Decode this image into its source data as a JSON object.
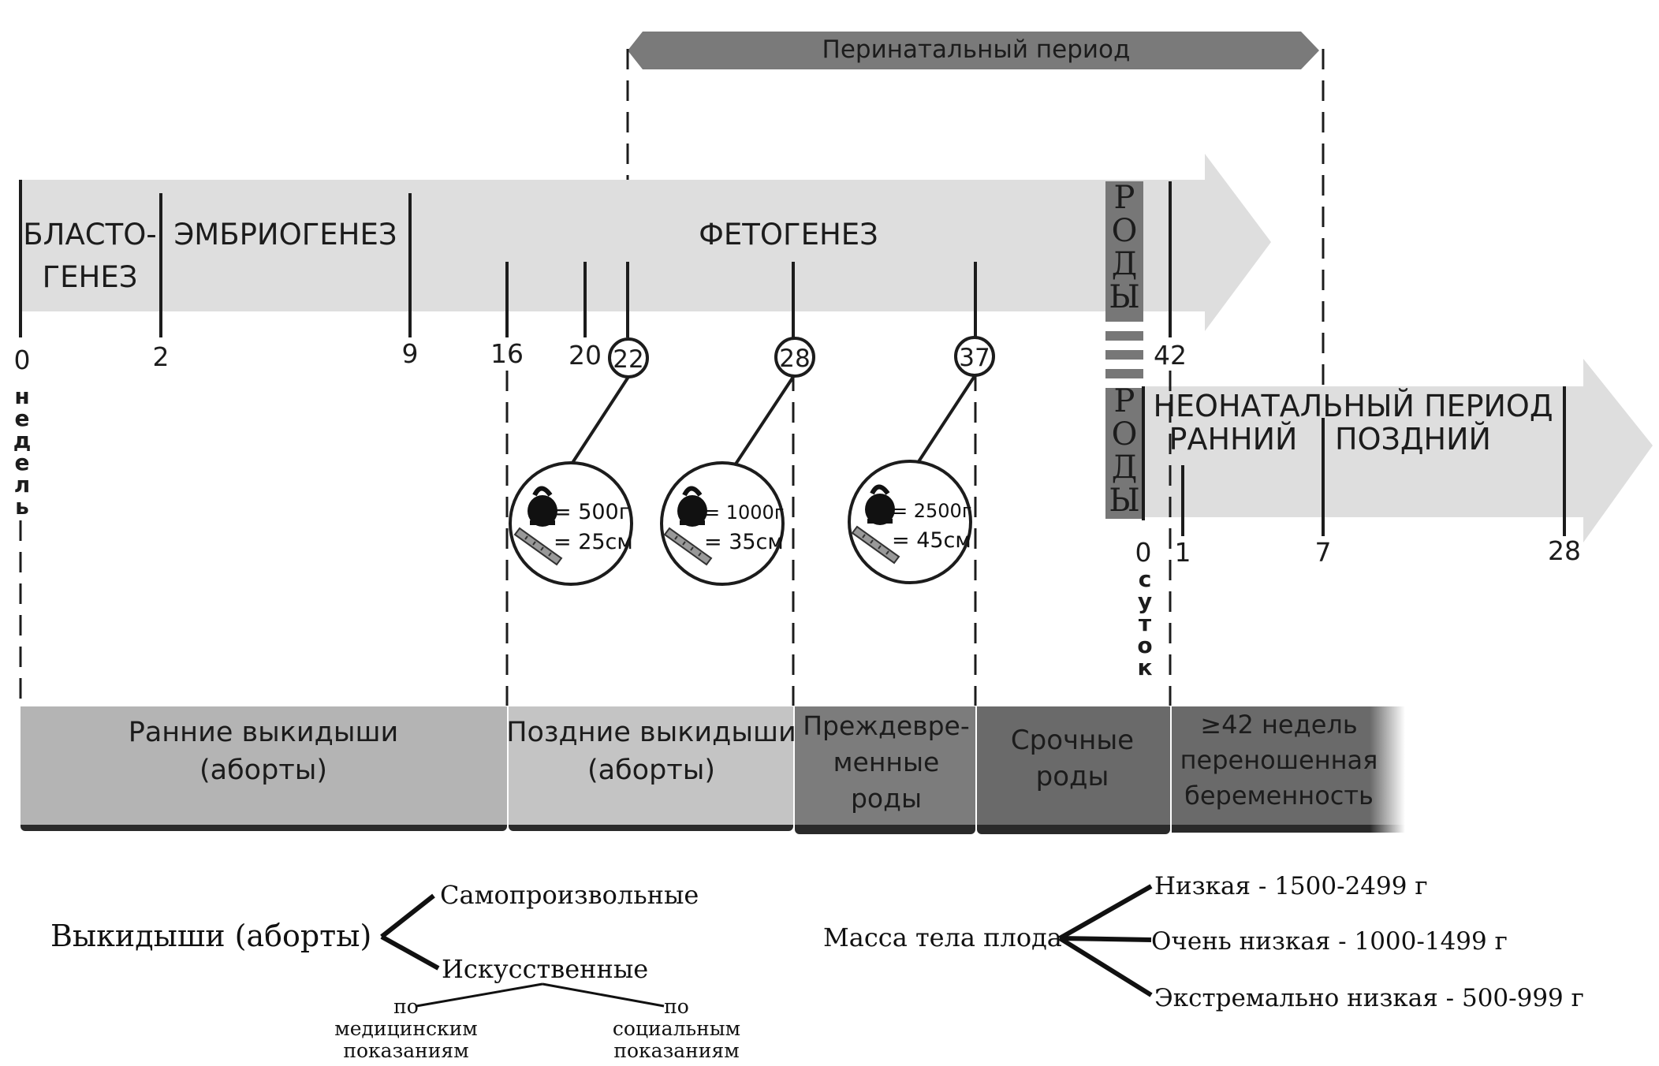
{
  "perinatal_label": "Перинатальный период",
  "phases": {
    "blastogenesis_line1": "БЛАСТО-",
    "blastogenesis_line2": "ГЕНЕЗ",
    "embryogenesis": "ЭМБРИОГЕНЕЗ",
    "fetogenesis": "ФЕТОГЕНЕЗ"
  },
  "week_ticks": [
    "0",
    "2",
    "9",
    "16",
    "20",
    "22",
    "28",
    "37",
    "42"
  ],
  "weeks_unit_vertical": [
    "н",
    "е",
    "д",
    "е",
    "л",
    "ь"
  ],
  "birth_vertical": [
    "Р",
    "О",
    "Д",
    "Ы"
  ],
  "days_unit_vertical": [
    "с",
    "у",
    "т",
    "о",
    "к"
  ],
  "neonatal": {
    "title": "НЕОНАТАЛЬНЫЙ ПЕРИОД",
    "early": "РАННИЙ",
    "late": "ПОЗДНИЙ",
    "day_ticks": [
      "0",
      "1",
      "7",
      "28"
    ]
  },
  "fetal_markers": [
    {
      "week": "22",
      "weight": "= 500г",
      "length": "= 25см"
    },
    {
      "week": "28",
      "weight": "= 1000г",
      "length": "= 35см"
    },
    {
      "week": "37",
      "weight": "= 2500г",
      "length": "= 45см"
    }
  ],
  "outcomes": [
    {
      "lines": [
        "Ранние выкидыши",
        "(аборты)"
      ]
    },
    {
      "lines": [
        "Поздние выкидыши",
        "(аборты)"
      ]
    },
    {
      "lines": [
        "Преждевре-",
        "менные",
        "роды"
      ]
    },
    {
      "lines": [
        "Срочные",
        "роды"
      ]
    },
    {
      "lines": [
        "≥42 недель",
        "переношенная",
        "беременность"
      ]
    }
  ],
  "miscarriage_tree": {
    "root": "Выкидыши (аборты)",
    "spontaneous": "Самопроизвольные",
    "artificial": "Искусственные",
    "medical": [
      "по",
      "медицинским",
      "показаниям"
    ],
    "social": [
      "по",
      "социальным",
      "показаниям"
    ]
  },
  "weight_tree": {
    "root": "Масса тела плода",
    "branches": [
      "Низкая - 1500-2499 г",
      "Очень низкая - 1000-1499 г",
      "Экстремально низкая - 500-999 г"
    ]
  },
  "colors": {
    "arrow_main": "#dedede",
    "perinatal_arrow": "#7a7a7a",
    "birth_band": "#777777",
    "outcome_light": "#b4b4b4",
    "outcome_light2": "#c4c4c4",
    "outcome_dark": "#7c7c7c",
    "outcome_darker": "#6a6a6a",
    "ink": "#1c1c1c"
  }
}
